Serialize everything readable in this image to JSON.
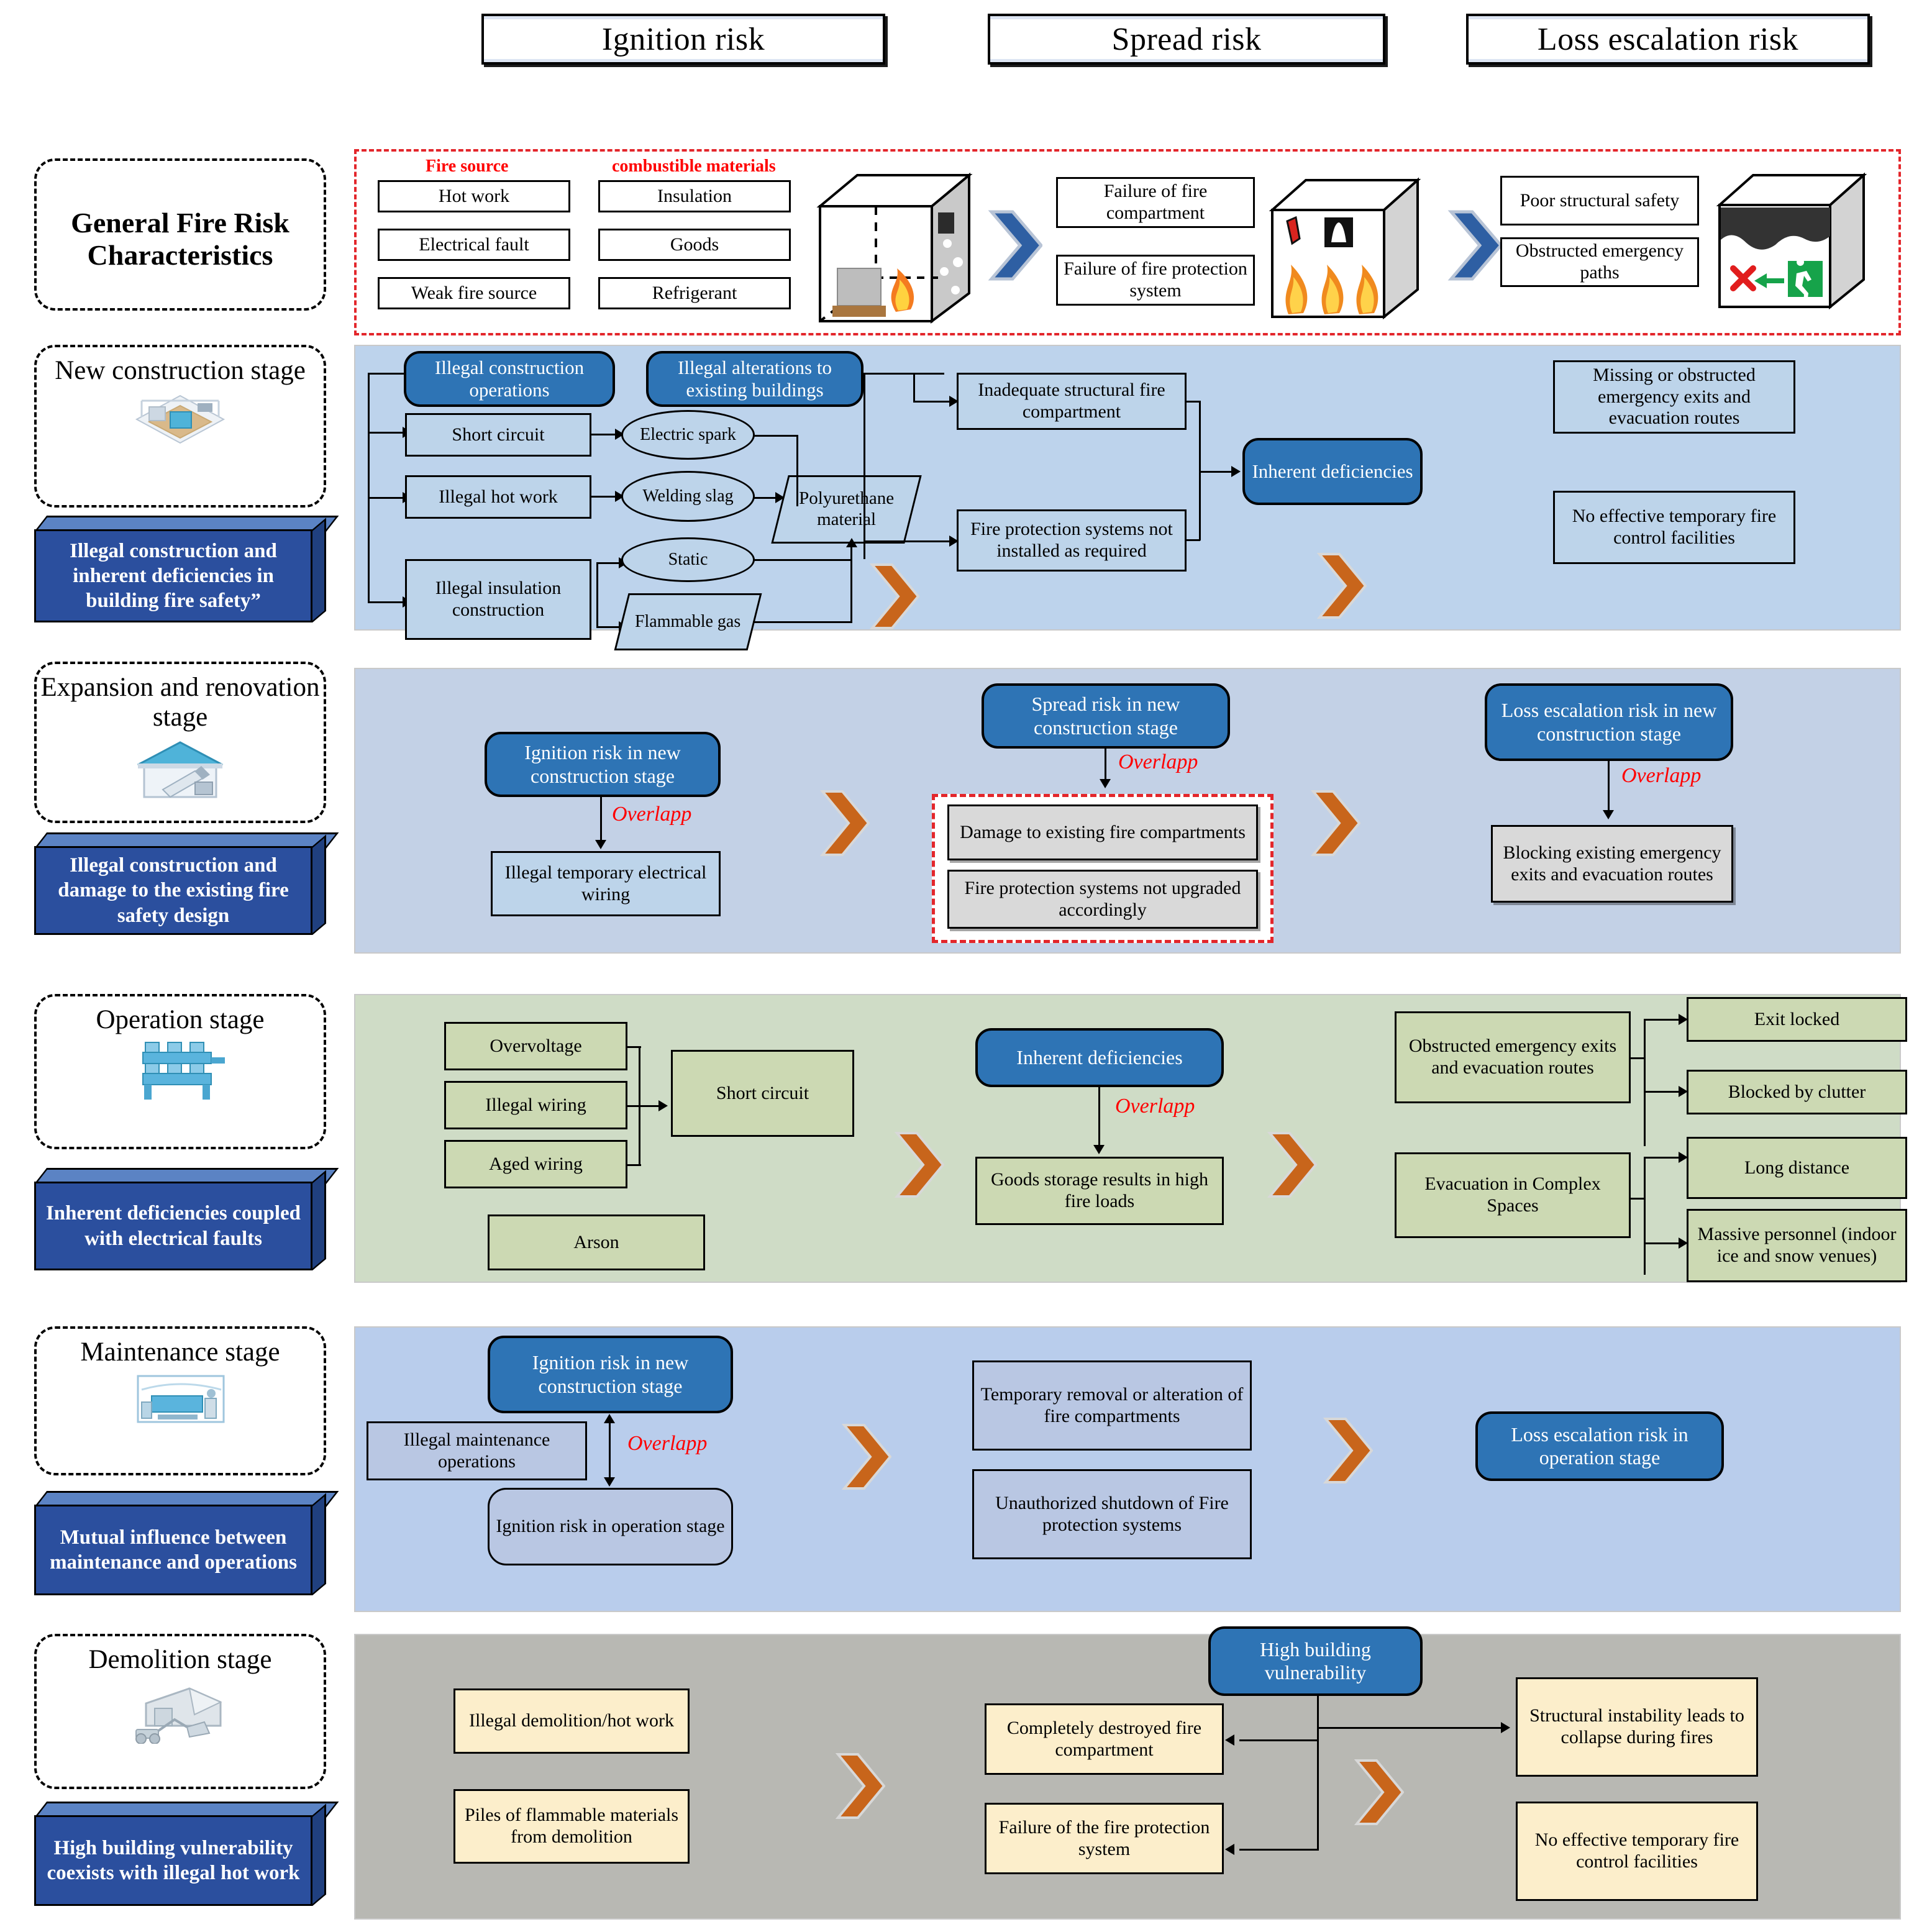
{
  "columns": [
    {
      "label": "Ignition risk"
    },
    {
      "label": "Spread risk"
    },
    {
      "label": "Loss escalation risk"
    }
  ],
  "rows": [
    {
      "id": "general",
      "stage_title": "General Fire Risk Characteristics",
      "icon": "none",
      "summary": null,
      "band_color": "#ffffff",
      "accent": "#e3262b",
      "group_labels": {
        "fire_source": "Fire source",
        "combustibles": "combustible materials"
      },
      "ignition": {
        "fire_source": [
          "Hot work",
          "Electrical fault",
          "Weak fire source"
        ],
        "combustibles": [
          "Insulation",
          "Goods",
          "Refrigerant"
        ]
      },
      "spread": [
        "Failure of fire compartment",
        "Failure of fire protection system"
      ],
      "loss": [
        "Poor structural safety",
        "Obstructed emergency paths"
      ]
    },
    {
      "id": "new-construction",
      "stage_title": "New construction stage",
      "icon": "construction-site-icon",
      "summary": "Illegal construction and inherent deficiencies in building fire safety”",
      "band_color": "#bdd3ec",
      "nodes": {
        "illegal_construction_operations": "Illegal construction operations",
        "illegal_alterations": "Illegal alterations to existing buildings",
        "short_circuit": "Short circuit",
        "illegal_hot_work": "Illegal hot work",
        "illegal_insulation": "Illegal insulation construction",
        "electric_spark": "Electric spark",
        "welding_slag": "Welding slag",
        "static": "Static",
        "flammable_gas": "Flammable gas",
        "polyurethane": "Polyurethane material",
        "inadequate_compartment": "Inadequate structural fire compartment",
        "fps_not_installed": "Fire protection systems not installed as required",
        "inherent_deficiencies": "Inherent deficiencies",
        "missing_exits": "Missing or obstructed emergency exits and evacuation routes",
        "no_temp_control": "No effective temporary fire control facilities"
      }
    },
    {
      "id": "expansion-renovation",
      "stage_title": "Expansion and renovation stage",
      "icon": "renovation-house-icon",
      "summary": "Illegal construction and damage to the existing fire safety design",
      "band_color": "#c3d1e6",
      "overlapp_label": "Overlapp",
      "nodes": {
        "ignition_risk_new": "Ignition risk in new construction stage",
        "illegal_temp_wiring": "Illegal temporary electrical wiring",
        "spread_risk_new": "Spread risk in new construction stage",
        "damage_existing_compartments": "Damage to existing fire compartments",
        "fps_not_upgraded": "Fire protection systems not upgraded accordingly",
        "loss_escalation_new": "Loss escalation risk in new construction stage",
        "blocking_exits": "Blocking existing emergency exits and evacuation routes"
      }
    },
    {
      "id": "operation",
      "stage_title": "Operation stage",
      "icon": "factory-machine-icon",
      "summary": "Inherent deficiencies coupled with electrical faults",
      "band_color": "#cfdcc6",
      "overlapp_label": "Overlapp",
      "nodes": {
        "overvoltage": "Overvoltage",
        "illegal_wiring": "Illegal wiring",
        "aged_wiring": "Aged wiring",
        "arson": "Arson",
        "short_circuit": "Short circuit",
        "inherent_deficiencies": "Inherent deficiencies",
        "goods_storage": "Goods storage results in high fire loads",
        "obstructed_exits": "Obstructed emergency exits and evacuation routes",
        "evacuation_complex": "Evacuation in Complex Spaces",
        "exit_locked": "Exit locked",
        "blocked_clutter": "Blocked by clutter",
        "long_distance": "Long distance",
        "massive_personnel": "Massive personnel (indoor ice and snow venues)"
      }
    },
    {
      "id": "maintenance",
      "stage_title": "Maintenance stage",
      "icon": "maintenance-hall-icon",
      "summary": "Mutual influence between maintenance and operations",
      "band_color": "#b9cdec",
      "overlapp_label": "Overlapp",
      "nodes": {
        "ignition_risk_new": "Ignition risk in new construction stage",
        "illegal_maintenance": "Illegal maintenance operations",
        "ignition_risk_operation": "Ignition risk in operation stage",
        "temporary_removal": "Temporary removal or alteration of fire compartments",
        "unauthorized_shutdown": "Unauthorized shutdown of Fire protection systems",
        "loss_escalation_operation": "Loss escalation risk in operation stage"
      }
    },
    {
      "id": "demolition",
      "stage_title": "Demolition stage",
      "icon": "demolition-excavator-icon",
      "summary": "High building vulnerability coexists with illegal hot work",
      "band_color": "#b8b8b3",
      "nodes": {
        "illegal_demolition": "Illegal demolition/hot work",
        "piles_flammable": "Piles of flammable materials from demolition",
        "high_building_vulnerability": "High building vulnerability",
        "destroyed_compartment": "Completely destroyed fire compartment",
        "failure_fps": "Failure of the fire protection system",
        "structural_instability": "Structural instability leads to collapse during fires",
        "no_temp_control": "No effective temporary fire control facilities"
      }
    }
  ],
  "colors": {
    "brand_blue": "#2e74b5",
    "deep_blue": "#2b4f9e",
    "chevron_orange": "#c8651b",
    "accent_red": "#ff0000",
    "band_blue": "#bdd3ec",
    "band_green": "#cfdcc6",
    "band_grey": "#b8b8b3"
  }
}
